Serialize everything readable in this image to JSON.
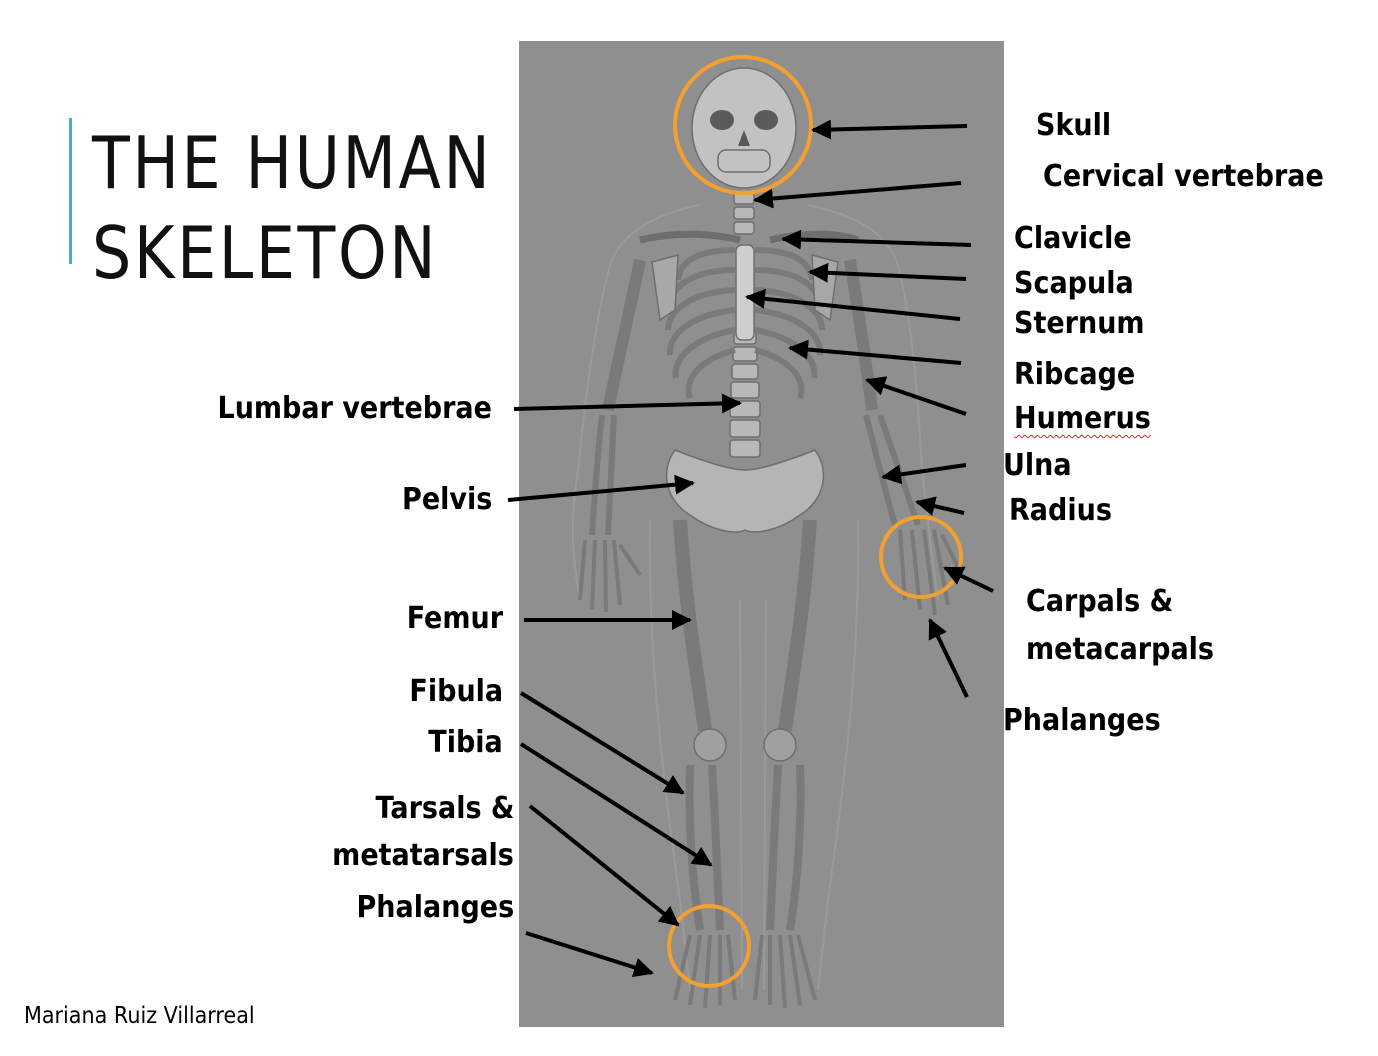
{
  "slide": {
    "title_line1": "THE HUMAN",
    "title_line2": "SKELETON",
    "credit": "Mariana Ruiz Villarreal",
    "colors": {
      "panel": "#8f8f8f",
      "highlight_circle": "#f4a030",
      "accent_bar": "#4aa8d8",
      "spellcheck": "#e02020"
    }
  },
  "labels": {
    "skull": "Skull",
    "cervical_vertebrae": "Cervical vertebrae",
    "clavicle": "Clavicle",
    "scapula": "Scapula",
    "sternum": "Sternum",
    "ribcage": "Ribcage",
    "humerus": "Humerus",
    "ulna": "Ulna",
    "radius": "Radius",
    "carpals_metacarpals_line1": "Carpals &",
    "carpals_metacarpals_line2": "metacarpals",
    "phalanges_hand": "Phalanges",
    "lumbar_vertebrae": "Lumbar vertebrae",
    "pelvis": "Pelvis",
    "femur": "Femur",
    "fibula": "Fibula",
    "tibia": "Tibia",
    "tarsals_metatarsals_line1": "Tarsals &",
    "tarsals_metatarsals_line2": "metatarsals",
    "phalanges_foot": "Phalanges"
  }
}
